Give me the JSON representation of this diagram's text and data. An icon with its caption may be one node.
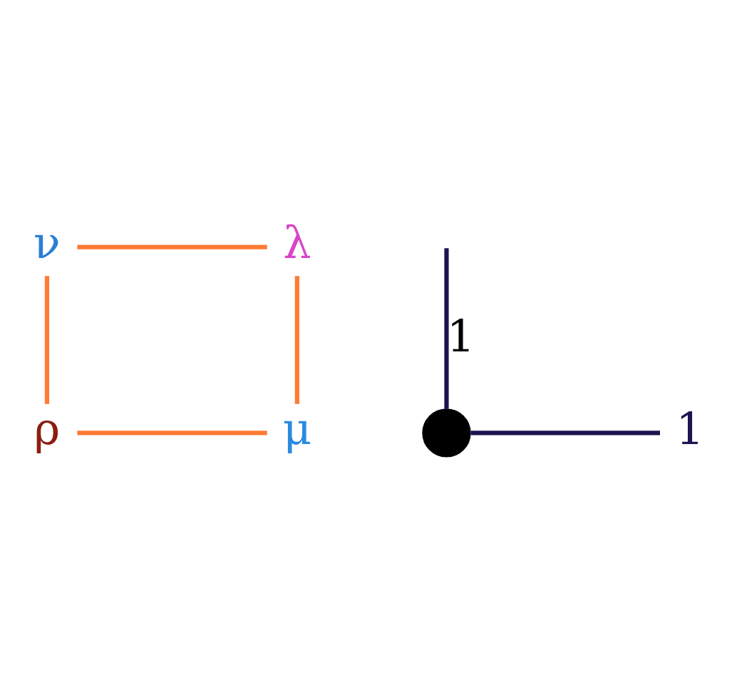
{
  "diagram": {
    "nodes": [
      {
        "text": [
          "ν"
        ]
      },
      {
        "text": [
          "λ"
        ]
      },
      {
        "text": [],
        "shape": "circle"
      },
      {
        "text": [
          "1"
        ]
      },
      {
        "text": [
          "ρ"
        ]
      },
      {
        "text": [
          "μ"
        ]
      }
    ],
    "edges": [
      {
        "from": 0,
        "to": 1,
        "arrow": "none",
        "color": "#ff7a33"
      },
      {
        "from": 1,
        "to": 5,
        "arrow": "none",
        "color": "#ff7a33"
      },
      {
        "from": 4,
        "to": 5,
        "arrow": "none",
        "color": "#ff7a33"
      },
      {
        "from": 0,
        "to": 4,
        "arrow": "none",
        "color": "#ff7a33"
      },
      {
        "from": 2,
        "to": null,
        "arrow": "none",
        "label": "1",
        "color": "#1c1450"
      },
      {
        "from": 2,
        "to": 3,
        "arrow": "none",
        "color": "#1c1450"
      }
    ]
  }
}
